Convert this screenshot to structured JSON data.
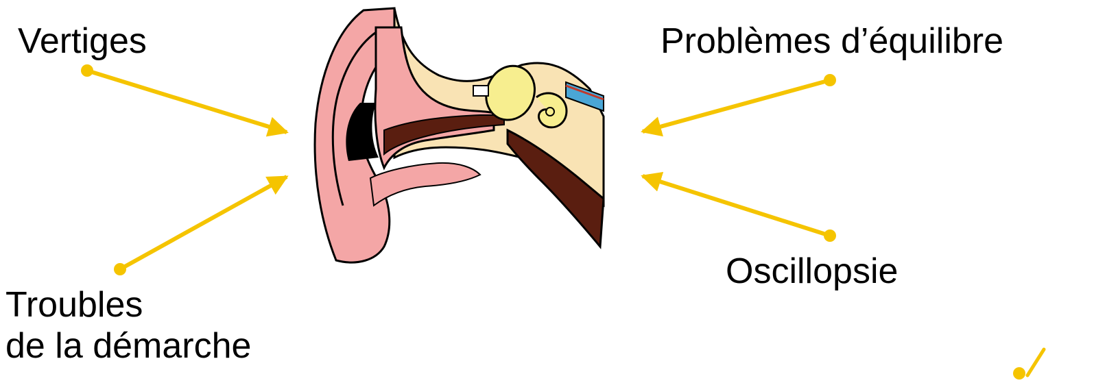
{
  "labels": {
    "vertiges": "Vertiges",
    "equilibre": "Problèmes d’équilibre",
    "oscillopsie": "Oscillopsie",
    "troubles_line1": "Troubles",
    "troubles_line2": "de la démarche"
  },
  "colors": {
    "arrow": "#f5c400",
    "skin": "#f4a6a6",
    "skin_dark": "#e48a8a",
    "bone": "#f9e3b4",
    "cochlea": "#f7ee8f",
    "dark_canal": "#5a1e10",
    "nerve": "#4aa6d6"
  },
  "icons": {
    "ear": "ear-anatomy-illustration",
    "logo": "checkmark-logo-icon"
  }
}
